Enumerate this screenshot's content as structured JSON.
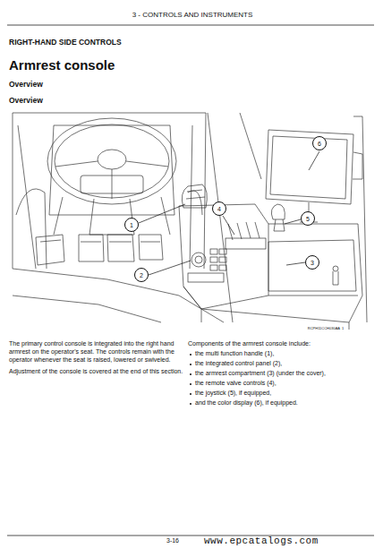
{
  "diagram": {
    "title": "Armrest console",
    "nodes": [
      {
        "text": [
          "6"
        ]
      },
      {
        "text": [
          "4"
        ]
      },
      {
        "text": [
          "5"
        ]
      },
      {
        "text": [
          "1"
        ]
      },
      {
        "text": [
          "3"
        ]
      },
      {
        "text": [
          "2"
        ]
      }
    ],
    "labels": [
      "3 - CONTROLS AND INSTRUMENTS",
      "RIGHT-HAND SIDE CONTROLS",
      "Overview",
      "Overview",
      "RCPH11CCH030AA",
      "1",
      "The primary control console is integrated into the right hand armrest on the operator's seat. The controls remain with the operator whenever the seat is raised, lowered or swiveled.",
      "Adjustment of the console is covered at the end of this section.",
      "Components of the armrest console include:",
      "the multi function handle (1),",
      "the integrated control panel (2),",
      "the armrest compartment (3) (under the cover),",
      "the remote valve controls (4),",
      "the joystick (5), if equipped,",
      "and the color display (6), if equipped.",
      "3-16",
      "www.epcatalogs.com"
    ]
  }
}
